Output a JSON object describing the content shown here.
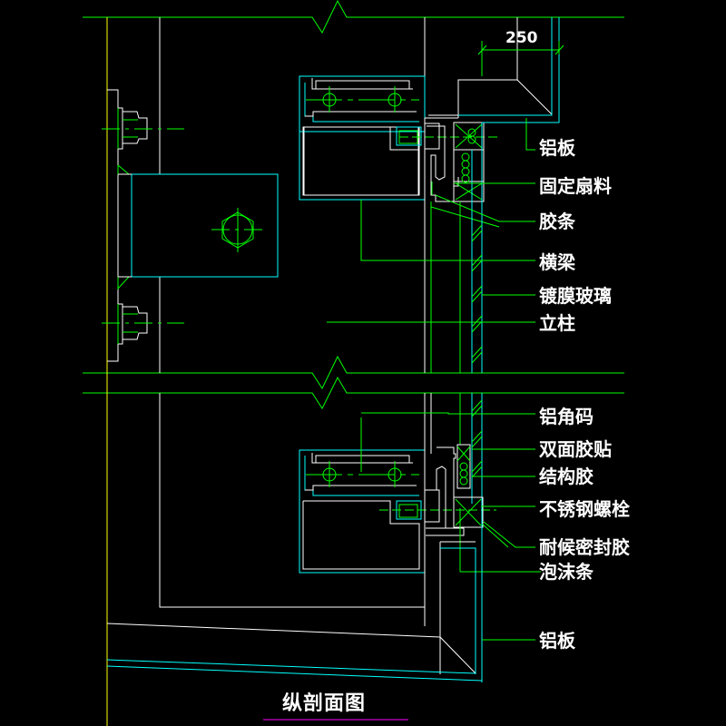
{
  "drawing": {
    "title": "纵剖面图",
    "dimension": "250",
    "colors": {
      "background": "#000000",
      "green": "#00ff00",
      "cyan": "#00ffff",
      "white": "#ffffff",
      "yellow": "#ffff00",
      "magenta": "#ff00ff"
    },
    "labels": [
      {
        "id": "aluminum-panel-top",
        "text": "铝板"
      },
      {
        "id": "fixed-sash",
        "text": "固定扇料"
      },
      {
        "id": "rubber-strip",
        "text": "胶条"
      },
      {
        "id": "transom",
        "text": "横梁"
      },
      {
        "id": "coated-glass",
        "text": "镀膜玻璃"
      },
      {
        "id": "mullion",
        "text": "立柱"
      },
      {
        "id": "aluminum-angle",
        "text": "铝角码"
      },
      {
        "id": "double-sided-tape",
        "text": "双面胶贴"
      },
      {
        "id": "structural-sealant",
        "text": "结构胶"
      },
      {
        "id": "stainless-bolt",
        "text": "不锈钢螺栓"
      },
      {
        "id": "weather-sealant",
        "text": "耐候密封胶"
      },
      {
        "id": "foam-rod",
        "text": "泡沫条"
      },
      {
        "id": "aluminum-panel-bottom",
        "text": "铝板"
      }
    ]
  }
}
